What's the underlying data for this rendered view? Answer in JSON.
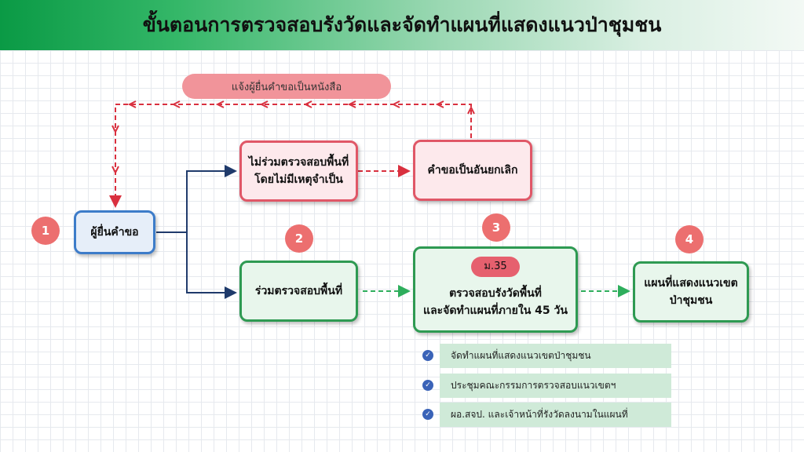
{
  "title": "ขั้นตอนการตรวจสอบรังวัดและจัดทำแผนที่แสดงแนวป่าชุมชน",
  "feedback_pill": "แจ้งผู้ยื่นคำขอเป็นหนังสือ",
  "steps": {
    "step1_number": "1",
    "step2_number": "2",
    "step3_number": "3",
    "step4_number": "4"
  },
  "nodes": {
    "applicant": "ผู้ยื่นคำขอ",
    "not_join_line1": "ไม่ร่วมตรวจสอบพื้นที่",
    "not_join_line2": "โดยไม่มีเหตุจำเป็น",
    "cancel": "คำขอเป็นอันยกเลิก",
    "join": "ร่วมตรวจสอบพื้นที่",
    "survey_badge": "ม.35",
    "survey_line1": "ตรวจสอบรังวัดพื้นที่",
    "survey_line2": "และจัดทำแผนที่ภายใน 45 วัน",
    "map_line1": "แผนที่แสดงแนวเขต",
    "map_line2": "ป่าชุมชน"
  },
  "checklist": [
    "จัดทำแผนที่แสดงแนวเขตป่าชุมชน",
    "ประชุมคณะกรรมการตรวจสอบแนวเขตฯ",
    "ผอ.สจป. และเจ้าหน้าที่รังวัดลงนามในแผนที่"
  ],
  "colors": {
    "red_border": "#e05767",
    "green_border": "#2e9a52",
    "blue_border": "#3d7cc9",
    "step_circle": "#ec6f6f",
    "navy_arrow": "#1f3a6b"
  }
}
